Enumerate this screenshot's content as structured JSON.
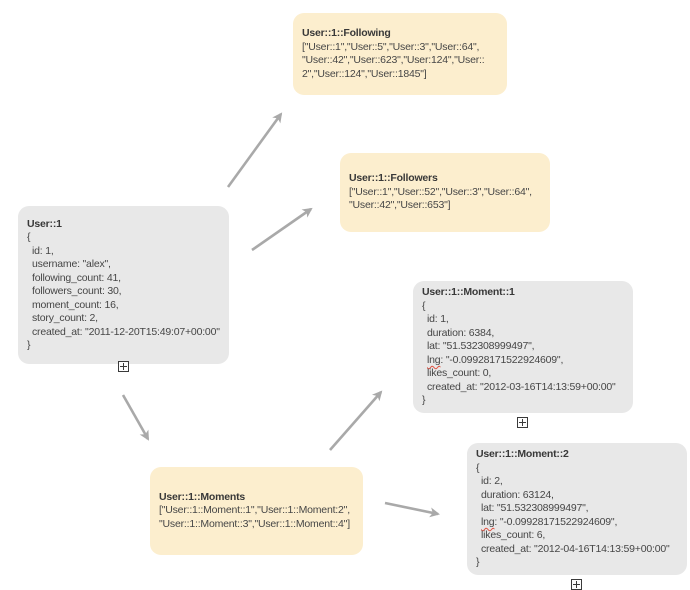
{
  "colors": {
    "background": "#ffffff",
    "list_node_fill": "#fceece",
    "record_node_fill": "#e8e8e8",
    "arrow": "#a9a9a9",
    "text": "#464646",
    "spellcheck_underline": "#e14f3f"
  },
  "icons": {
    "expand": "plus-in-square"
  },
  "nodes": {
    "following": {
      "title": "User::1::Following",
      "lines": [
        "[\"User::1\",\"User::5\",\"User::3\",\"User::64\",",
        "\"User::42\",\"User::623\",\"User:124\",\"User::",
        "2\",\"User::124\",\"User::1845\"]"
      ]
    },
    "followers": {
      "title": "User::1::Followers",
      "lines": [
        "[\"User::1\",\"User::52\",\"User::3\",\"User::64\",",
        "\"User::42\",\"User::653\"]"
      ]
    },
    "user1": {
      "title": "User::1",
      "brace_open": "{",
      "fields": [
        "id: 1,",
        "username: \"alex\",",
        "following_count: 41,",
        "followers_count: 30,",
        "moment_count: 16,",
        "story_count: 2,",
        "created_at: \"2011-12-20T15:49:07+00:00\""
      ],
      "brace_close": "}"
    },
    "moments": {
      "title": "User::1::Moments",
      "lines": [
        "[\"User::1::Moment::1\",\"User::1::Moment:2\",",
        "\"User::1::Moment::3\",\"User::1::Moment::4\"]"
      ]
    },
    "moment1": {
      "title": "User::1::Moment::1",
      "brace_open": "{",
      "fields_before": [
        "id: 1,",
        "duration: 6384,",
        "lat: \"51.532308999497\","
      ],
      "lng_key": "lng",
      "lng_rest": ": \"-0.09928171522924609\",",
      "fields_after": [
        "likes_count: 0,",
        "created_at: \"2012-03-16T14:13:59+00:00\""
      ],
      "brace_close": "}"
    },
    "moment2": {
      "title": "User::1::Moment::2",
      "brace_open": "{",
      "fields_before": [
        "id: 2,",
        "duration: 63124,",
        "lat: \"51.532308999497\","
      ],
      "lng_key": "lng",
      "lng_rest": ": \"-0.09928171522924609\",",
      "fields_after": [
        "likes_count: 6,",
        "created_at: \"2012-04-16T14:13:59+00:00\""
      ],
      "brace_close": "}"
    }
  },
  "edges": [
    {
      "from": "User::1",
      "to": "User::1::Following"
    },
    {
      "from": "User::1",
      "to": "User::1::Followers"
    },
    {
      "from": "User::1",
      "to": "User::1::Moments"
    },
    {
      "from": "User::1::Moments",
      "to": "User::1::Moment::1"
    },
    {
      "from": "User::1::Moments",
      "to": "User::1::Moment::2"
    }
  ]
}
